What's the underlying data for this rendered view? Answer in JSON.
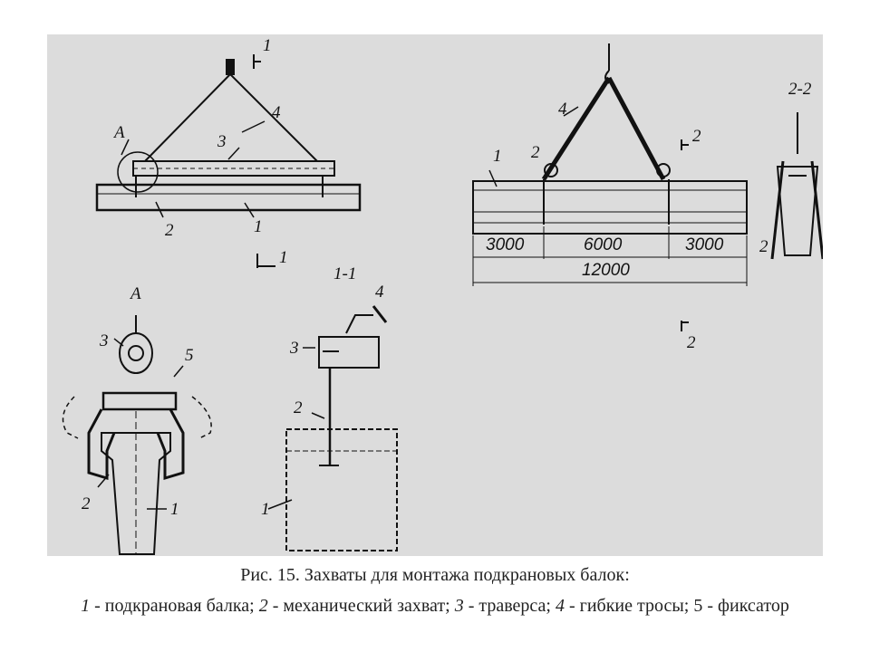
{
  "caption": {
    "title": "Рис. 15. Захваты для монтажа подкрановых балок:",
    "legend": [
      {
        "num": "1",
        "text": " - подкрановая балка; "
      },
      {
        "num": "2",
        "text": " - механический захват; "
      },
      {
        "num": "3",
        "text": " - траверса; "
      },
      {
        "num": "4",
        "text": " - гибкие тросы; "
      },
      {
        "num": "5",
        "text": " - фиксатор"
      }
    ]
  },
  "labels": {
    "section_1": "1",
    "section_1b": "1",
    "detail_a": "A",
    "detail_a_title": "A",
    "section_1_1": "1-1",
    "section_2": "2",
    "section_2b": "2",
    "section_2_2": "2-2",
    "n1": "1",
    "n2": "2",
    "n3": "3",
    "n4": "4",
    "n5": "5"
  },
  "dimensions": {
    "left": "3000",
    "middle": "6000",
    "right": "3000",
    "total": "12000"
  },
  "colors": {
    "background": "#ffffff",
    "drawing_panel": "#dcdcdc",
    "ink": "#111111"
  }
}
